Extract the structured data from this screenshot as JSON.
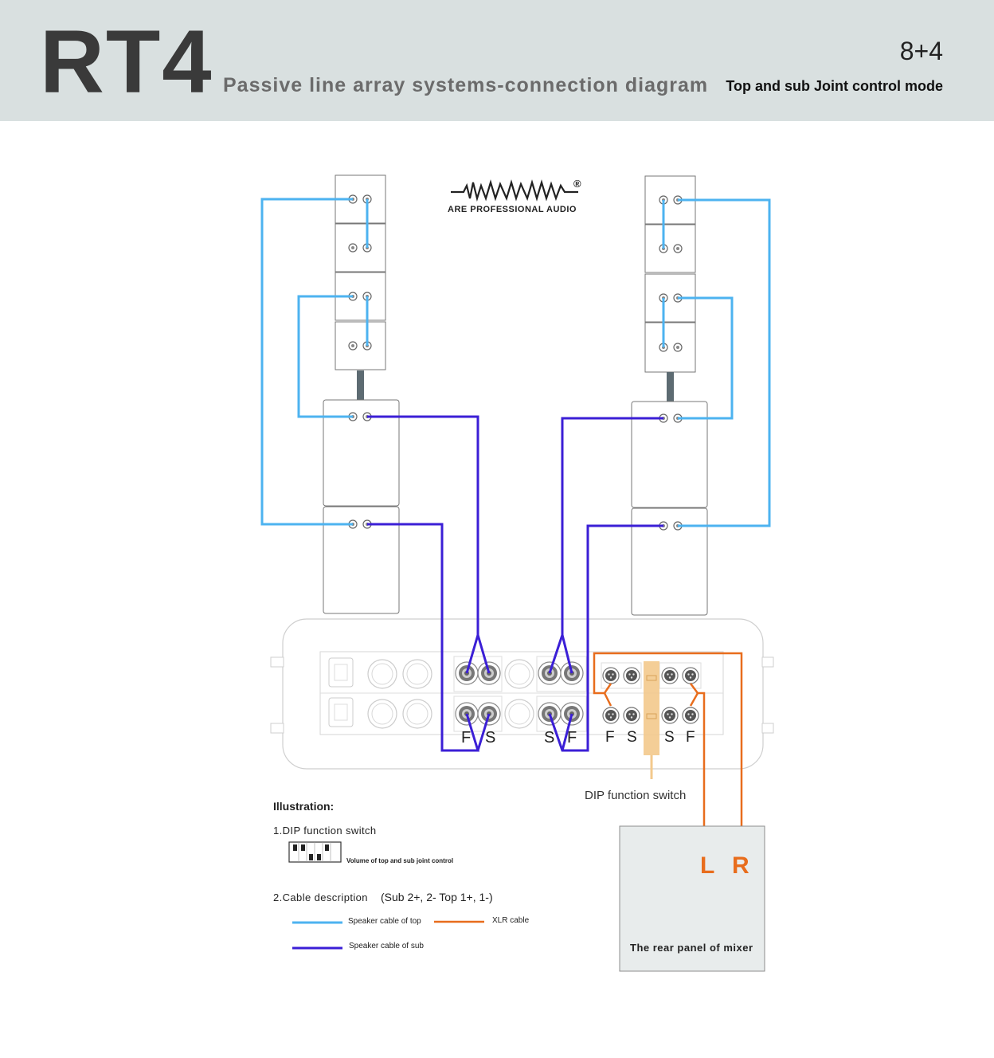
{
  "header": {
    "model": "RT4",
    "subtitle": "Passive line array systems-connection diagram",
    "config": "8+4",
    "mode": "Top and sub Joint control mode"
  },
  "logo": {
    "text": "ARE PROFESSIONAL AUDIO",
    "mark": "®"
  },
  "amp": {
    "left_labels": [
      "F",
      "S"
    ],
    "right_labels": [
      "S",
      "F"
    ],
    "xlr_left_labels": [
      "F",
      "S"
    ],
    "xlr_right_labels": [
      "S",
      "F"
    ]
  },
  "dip_label": "DIP function switch",
  "mixer": {
    "caption": "The rear panel of mixer",
    "left": "L",
    "right": "R"
  },
  "illustration": {
    "title": "Illustration:",
    "item1": "1.DIP function switch",
    "item1_note": "Volume of top and sub joint control",
    "item2": "2.Cable description",
    "item2_note": "(Sub 2+, 2-  Top 1+, 1-)",
    "legend": [
      {
        "label": "Speaker cable of top",
        "color": "#4db3f0"
      },
      {
        "label": "XLR cable",
        "color": "#e86d1d"
      },
      {
        "label": "Speaker cable of sub",
        "color": "#3b1fd6"
      }
    ]
  },
  "colors": {
    "top_cable": "#4db3f0",
    "sub_cable": "#3b1fd6",
    "xlr_cable": "#e86d1d",
    "header_bg": "#d9e0e0"
  }
}
